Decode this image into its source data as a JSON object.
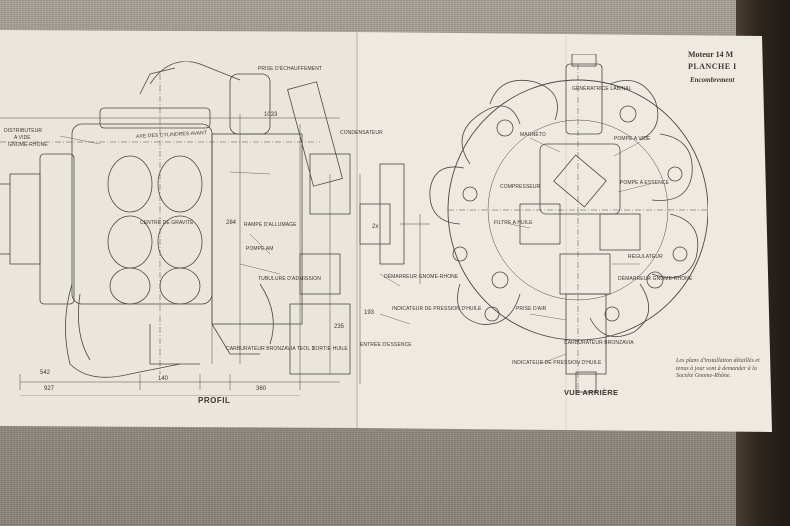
{
  "header": {
    "engine": "Moteur 14 M",
    "plate": "PLANCHE I",
    "subject": "Encombrement"
  },
  "views": {
    "left": "PROFIL",
    "right": "VUE ARRIÈRE"
  },
  "caption": "Les plans d'installation détaillés et tenus à jour sont à demander à la Société Gnome-Rhône.",
  "profile_labels": {
    "distributeur": "DISTRIBUTEUR",
    "a_vide": "A VIDE",
    "gnome_rhone": "GNOME-RHONE",
    "axe_cyl": "AXE DES CYLINDRES AVANT",
    "centre_gravite": "CENTRE DE GRAVITÉ",
    "rampe_allumage": "RAMPE D'ALLUMAGE",
    "pompe_am": "POMPE AM",
    "prise_chauffage": "PRISE D'ÉCHAUFFEMENT",
    "tubulure": "TUBULURE D'ADMISSION",
    "carburateur": "CARBURATEUR BRONZAVIA TEOL 2",
    "demarreur": "DÉMARREUR GNOME-RHONE",
    "indicateur": "INDICATEUR DE PRESSION D'HUILE",
    "condensateur": "CONDENSATEUR",
    "sortie_huile": "SORTIE HUILE",
    "entree_essence": "ENTRÉE D'ESSENCE",
    "cote_542": "542",
    "cote_140": "140",
    "cote_360": "360",
    "cote_927": "927",
    "cote_284": "284",
    "cote_1033": "1033",
    "cote_193": "193",
    "cote_235": "235",
    "cote_2x": "2x"
  },
  "rear_labels": {
    "generateur": "GÉNÉRATRICE LABINAL",
    "magneto": "MAGNÉTO",
    "compresseur": "COMPRESSEUR",
    "pompe_vide": "POMPE A VIDE",
    "pompe_essence": "POMPE A ESSENCE",
    "regulateur": "RÉGULATEUR",
    "filtre": "FILTRE A HUILE",
    "carburateur": "CARBURATEUR BRONZAVIA",
    "prise_air": "PRISE D'AIR",
    "demarreur": "DÉMARREUR GNOME-RHONE",
    "indicateur": "INDICATEUR DE PRESSION D'HUILE"
  },
  "colors": {
    "paper": "#ece7de",
    "ink": "#4a4642",
    "backdrop": "#9c958c"
  }
}
